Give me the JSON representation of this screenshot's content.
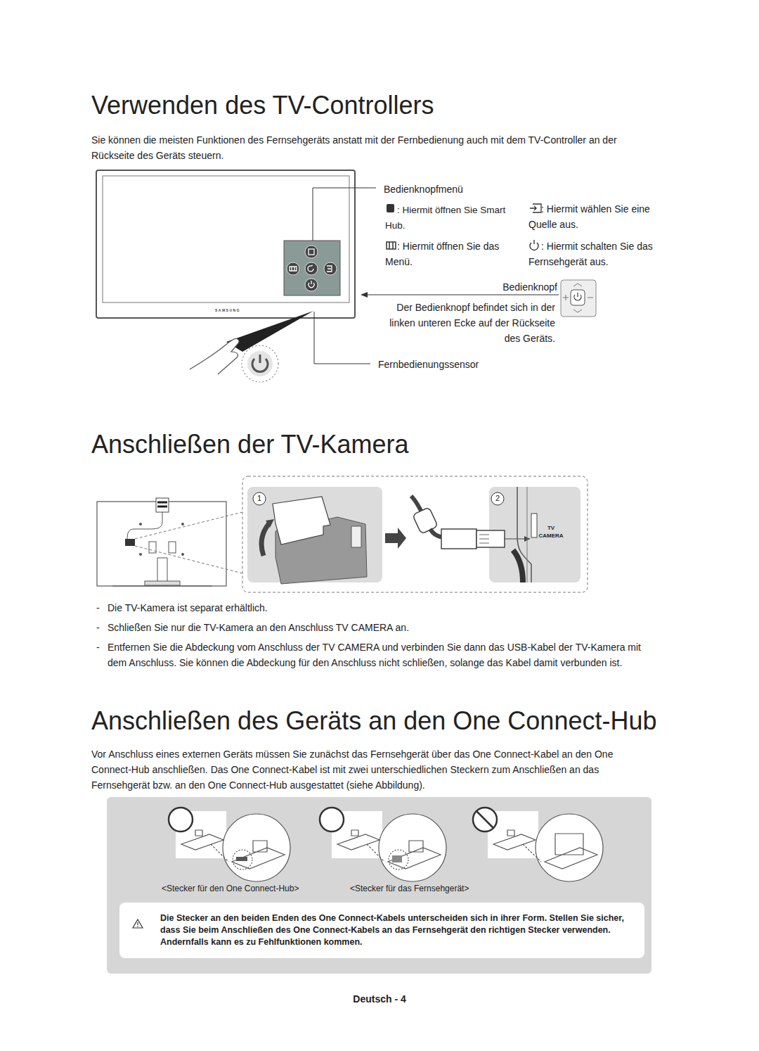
{
  "diagram": {
    "title": "Verwenden des TV-Controllers",
    "nodes": [
      {
        "text": [
          "<Stecker für den One Connect-Hub>",
          "<Stecker für das Fernsehgerät>"
        ]
      },
      {
        "text": [
          "Die Stecker an den beiden Enden des One Connect-Kabels unterscheiden sich in ihrer Form. Stellen Sie sicher, dass Sie beim Anschließen des One Connect-Kabels an das Fernsehgerät den richtigen Stecker verwenden. Andernfalls kann es zu Fehlfunktionen kommen."
        ],
        "in": 0
      }
    ],
    "labels": [
      "Sie können die meisten Funktionen des Fernsehgeräts anstatt mit der Fernbedienung auch mit dem TV-Controller an der Rückseite des Geräts steuern.",
      "SAMSUNG",
      "Bedienknopfmenü",
      ": Hiermit öffnen Sie Smart Hub.",
      ": Hiermit wählen Sie eine Quelle aus.",
      ": Hiermit öffnen Sie das Menü.",
      ": Hiermit schalten Sie das Fernsehgerät aus.",
      "Bedienknopf",
      "Der Bedienknopf befindet sich in der linken unteren Ecke auf der Rückseite des Geräts.",
      "Fernbedienungssensor",
      "Anschließen der TV-Kamera",
      "1",
      "2",
      "TV CAMERA",
      "-",
      "Die TV-Kamera ist separat erhältlich.",
      "-",
      "Schließen Sie nur die TV-Kamera an den Anschluss TV CAMERA an.",
      "-",
      "Entfernen Sie die Abdeckung vom Anschluss der TV CAMERA und verbinden Sie dann das USB-Kabel der TV-Kamera mit dem Anschluss. Sie können die Abdeckung für den Anschluss nicht schließen, solange das Kabel damit verbunden ist.",
      "Anschließen des Geräts an den One Connect-Hub",
      "Vor Anschluss eines externen Geräts müssen Sie zunächst das Fernsehgerät über das One Connect-Kabel an den One Connect-Hub anschließen. Das One Connect-Kabel ist mit zwei unterschiedlichen Steckern zum Anschließen an das Fernsehgerät bzw. an den One Connect-Hub ausgestattet (siehe Abbildung).",
      "Deutsch - 4"
    ]
  }
}
